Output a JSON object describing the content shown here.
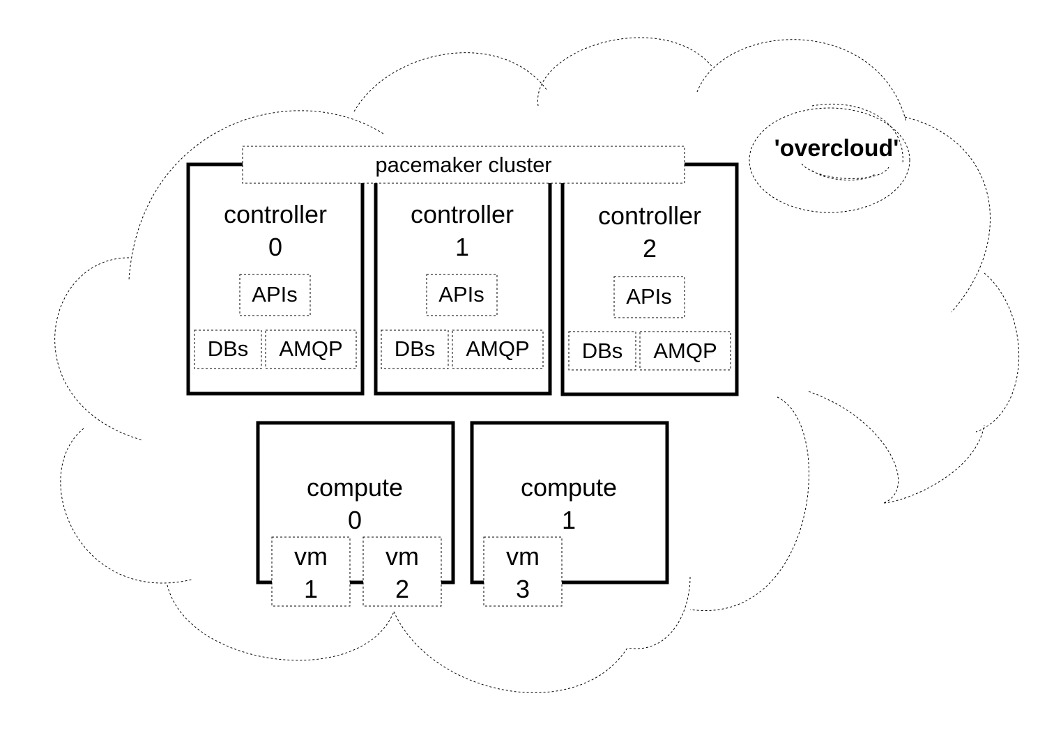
{
  "diagram": {
    "cloud_label": "'overcloud'",
    "cluster_label": "pacemaker cluster",
    "controllers": [
      {
        "name": "controller",
        "index": "0",
        "apis": "APIs",
        "dbs": "DBs",
        "amqp": "AMQP"
      },
      {
        "name": "controller",
        "index": "1",
        "apis": "APIs",
        "dbs": "DBs",
        "amqp": "AMQP"
      },
      {
        "name": "controller",
        "index": "2",
        "apis": "APIs",
        "dbs": "DBs",
        "amqp": "AMQP"
      }
    ],
    "computes": [
      {
        "name": "compute",
        "index": "0",
        "vms": [
          {
            "name": "vm",
            "index": "1"
          },
          {
            "name": "vm",
            "index": "2"
          }
        ]
      },
      {
        "name": "compute",
        "index": "1",
        "vms": [
          {
            "name": "vm",
            "index": "3"
          }
        ]
      }
    ]
  }
}
